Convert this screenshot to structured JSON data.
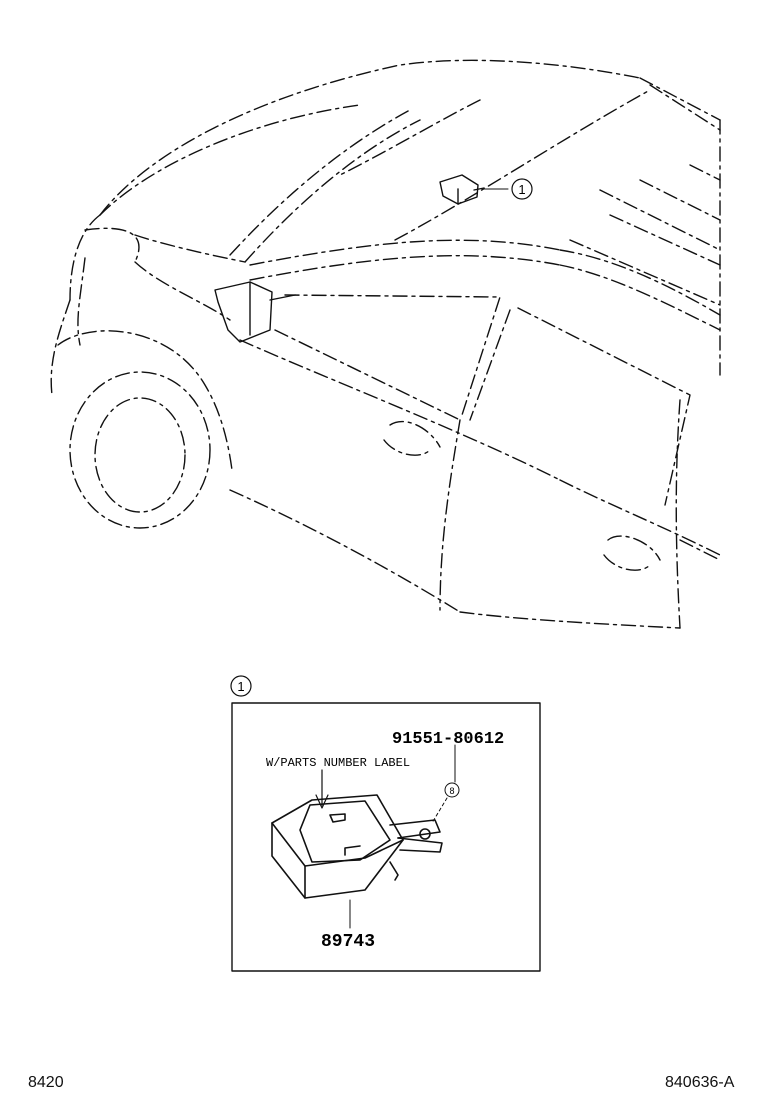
{
  "callouts": {
    "main_ref": "1",
    "inset_ref": "1",
    "fastener_ref": "8"
  },
  "inset": {
    "part_number_module": "89743",
    "part_number_bolt": "91551-80612",
    "label_note": "W/PARTS NUMBER LABEL"
  },
  "footer": {
    "section_code": "8420",
    "drawing_id": "840636-A"
  }
}
